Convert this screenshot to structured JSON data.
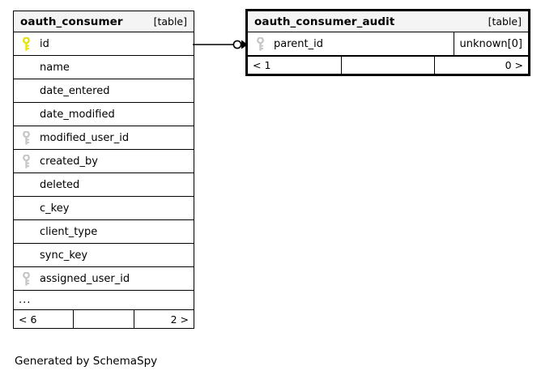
{
  "diagram": {
    "caption": "Generated by SchemaSpy",
    "tables": [
      {
        "id": "oauth_consumer",
        "name": "oauth_consumer",
        "tag": "[table]",
        "columns": [
          {
            "key": "primary",
            "name": "id",
            "type": ""
          },
          {
            "key": "none",
            "name": "name",
            "type": ""
          },
          {
            "key": "none",
            "name": "date_entered",
            "type": ""
          },
          {
            "key": "none",
            "name": "date_modified",
            "type": ""
          },
          {
            "key": "foreign",
            "name": "modified_user_id",
            "type": ""
          },
          {
            "key": "foreign",
            "name": "created_by",
            "type": ""
          },
          {
            "key": "none",
            "name": "deleted",
            "type": ""
          },
          {
            "key": "none",
            "name": "c_key",
            "type": ""
          },
          {
            "key": "none",
            "name": "client_type",
            "type": ""
          },
          {
            "key": "none",
            "name": "sync_key",
            "type": ""
          },
          {
            "key": "foreign",
            "name": "assigned_user_id",
            "type": ""
          }
        ],
        "more_indicator": "...",
        "footer": {
          "left": "< 6",
          "middle": "",
          "right": "2 >"
        }
      },
      {
        "id": "oauth_consumer_audit",
        "name": "oauth_consumer_audit",
        "tag": "[table]",
        "columns": [
          {
            "key": "foreign",
            "name": "parent_id",
            "type": "unknown[0]"
          }
        ],
        "more_indicator": "",
        "footer": {
          "left": "< 1",
          "middle": "",
          "right": "0 >"
        }
      }
    ],
    "relationship": {
      "from": "oauth_consumer.id",
      "to": "oauth_consumer_audit.parent_id",
      "source_cardinality": "one",
      "target_cardinality": "zero-or-many"
    },
    "colors": {
      "primary_key": "#e8e800",
      "foreign_key": "#c8c8c8",
      "border": "#000000",
      "header_background": "#f4f4f4",
      "page_background": "#ffffff"
    }
  }
}
